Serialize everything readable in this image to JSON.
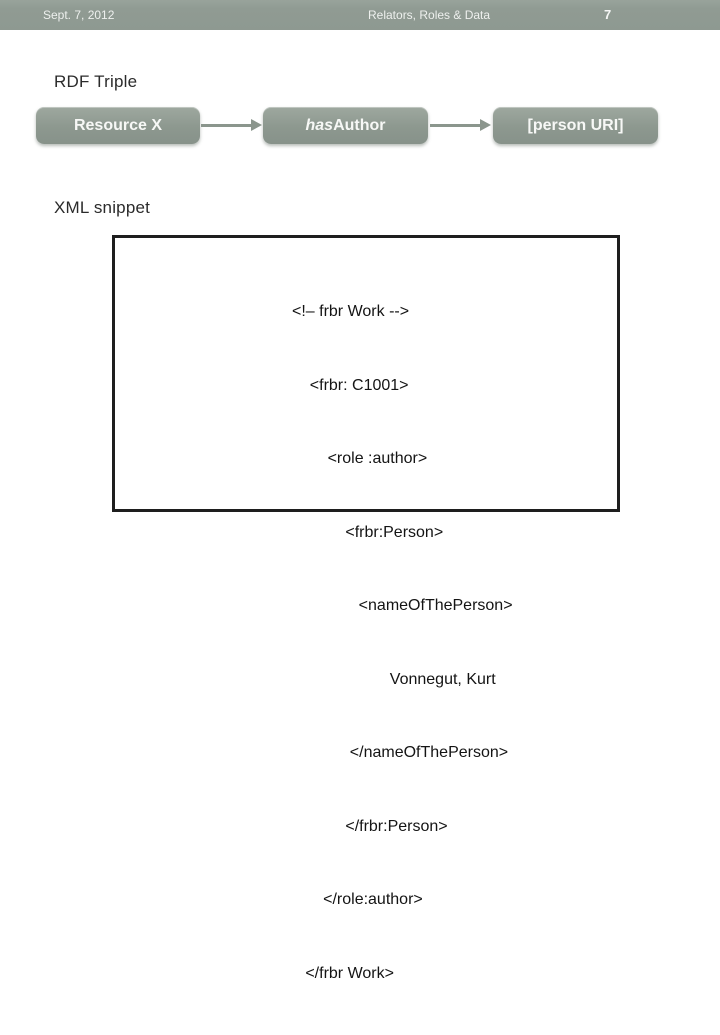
{
  "header": {
    "date": "Sept. 7, 2012",
    "title": "Relators, Roles & Data",
    "slide_number": "7"
  },
  "sections": {
    "rdf_heading": "RDF Triple",
    "xml_heading": "XML snippet"
  },
  "diagram": {
    "nodes": [
      {
        "label": "Resource X"
      },
      {
        "prefix": "has",
        "suffix": "Author"
      },
      {
        "label": "[person URI]"
      }
    ],
    "arrow_count": 2
  },
  "code": {
    "lines": [
      "<!– frbr Work -->",
      "    <frbr: C1001>",
      "        <role :author>",
      "            <frbr:Person>",
      "               <nameOfThePerson>",
      "                      Vonnegut, Kurt",
      "             </nameOfThePerson>",
      "            </frbr:Person>",
      "       </role:author>",
      "   </frbr Work>"
    ]
  },
  "colors": {
    "band_background": "#909b93",
    "node_fill": "#8d988f",
    "arrow": "#8b968d",
    "node_text": "#f7f8f6",
    "heading_text": "#2b2b2b",
    "code_border": "#1e1e1e",
    "code_text": "#141414",
    "slide_background": "#ffffff"
  }
}
